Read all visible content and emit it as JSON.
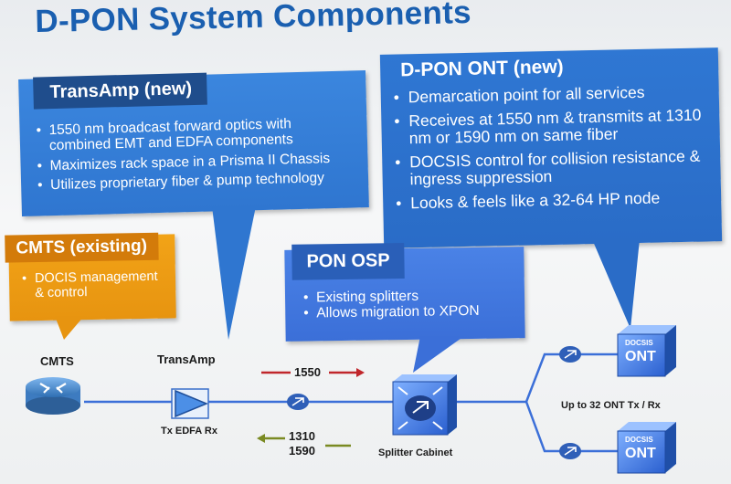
{
  "title": "D-PON System Components",
  "transamp_box": {
    "heading": "TransAmp (new)",
    "bullets": [
      "1550 nm broadcast forward optics with combined EMT and EDFA components",
      "Maximizes rack space in a Prisma II Chassis",
      "Utilizes proprietary fiber & pump technology"
    ]
  },
  "ont_box": {
    "heading": "D-PON ONT (new)",
    "bullets": [
      "Demarcation point for all services",
      "Receives at 1550 nm & transmits at 1310 nm or 1590 nm on same fiber",
      "DOCSIS control for collision resistance & ingress suppression",
      "Looks & feels like a 32-64 HP node"
    ]
  },
  "cmts_box": {
    "heading": "CMTS (existing)",
    "bullets": [
      "DOCIS management & control"
    ]
  },
  "osp_box": {
    "heading": "PON OSP",
    "bullets": [
      "Existing splitters",
      "Allows migration to XPON"
    ]
  },
  "diagram": {
    "cmts_label": "CMTS",
    "transamp_label": "TransAmp",
    "edfa_label": "Tx EDFA Rx",
    "forward_wavelength": "1550",
    "return_wavelength_1": "1310",
    "return_wavelength_2": "1590",
    "splitter_label": "Splitter Cabinet",
    "ont_count_label": "Up to 32 ONT Tx / Rx",
    "ont_top_small": "DOCSIS",
    "ont_top_big": "ONT",
    "ont_bottom_small": "DOCSIS",
    "ont_bottom_big": "ONT"
  },
  "colors": {
    "title": "#1a5fb0",
    "transamp_box": "#2f76d0",
    "ont_box": "#2a6cc7",
    "cmts_box": "#e79410",
    "osp_box": "#3b6fd8",
    "forward_arrow": "#c0262b",
    "return_arrow": "#7a8a22"
  },
  "icons": [
    "router-icon",
    "amplifier-icon",
    "splitter-cabinet-icon",
    "ont-device-icon",
    "coupler-icon"
  ]
}
